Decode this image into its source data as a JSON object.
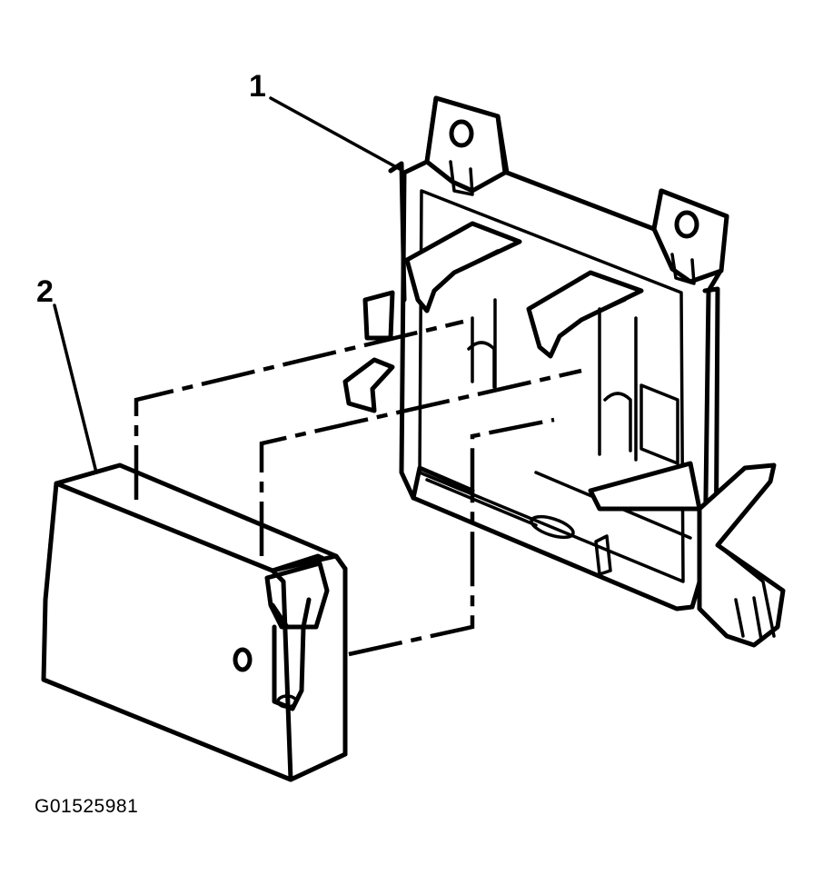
{
  "callouts": {
    "bracket": "1",
    "module": "2"
  },
  "figure_id": "G01525981",
  "colors": {
    "ink": "#000000",
    "background": "#ffffff"
  }
}
